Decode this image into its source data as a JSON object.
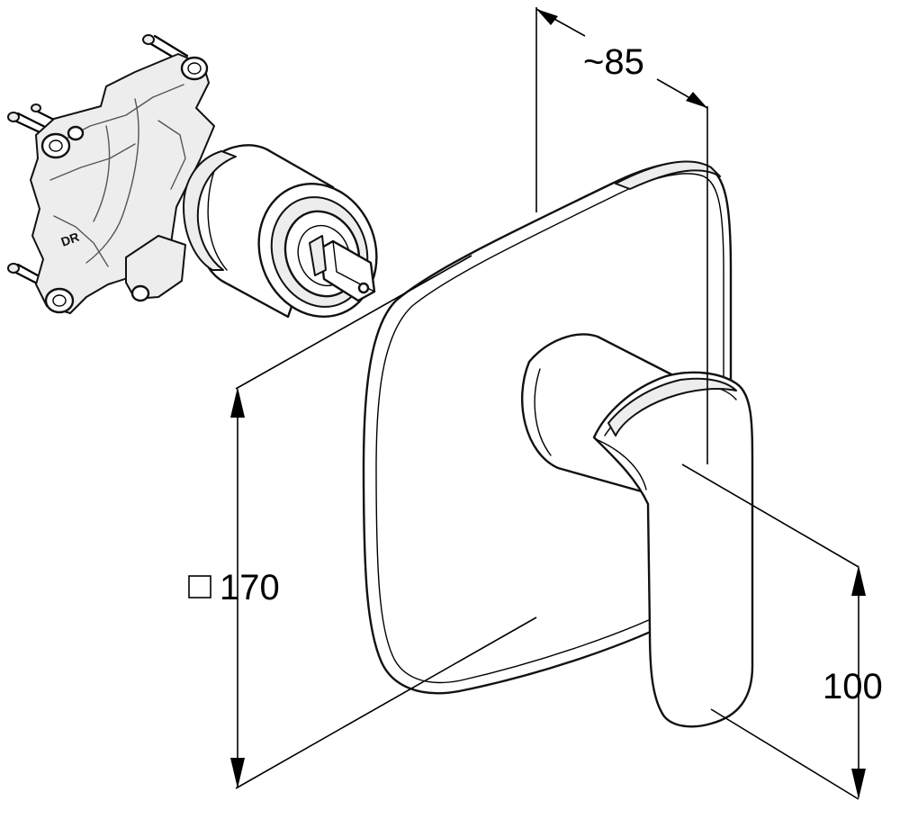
{
  "dimensions": {
    "depth": "~85",
    "plate_size": "170",
    "lever_height": "100"
  },
  "body_stamp": "DR",
  "colors": {
    "line": "#000000",
    "shade": "#ededed",
    "background": "#ffffff"
  },
  "icons": {
    "square_symbol": "square-dimension-icon"
  }
}
